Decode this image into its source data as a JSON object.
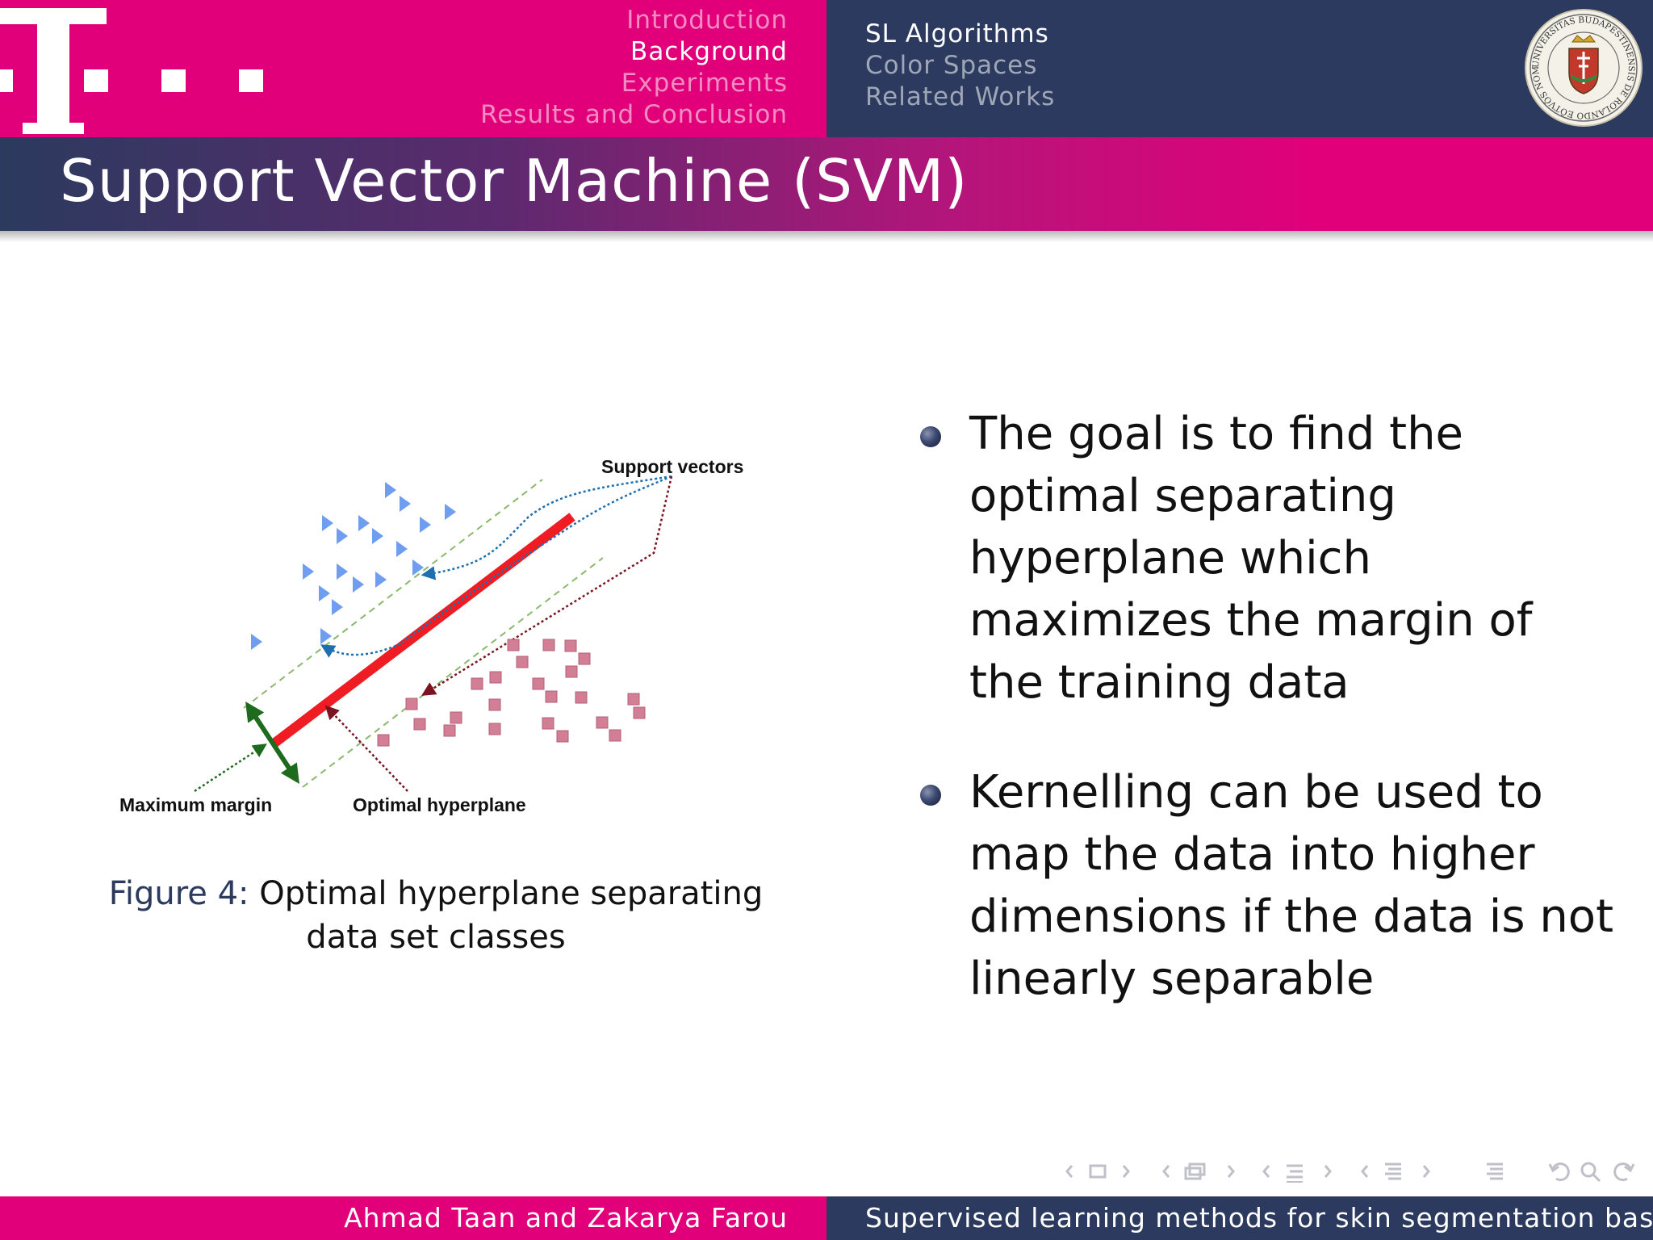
{
  "header": {
    "sections": [
      {
        "label": "Introduction",
        "active": false
      },
      {
        "label": "Background",
        "active": true
      },
      {
        "label": "Experiments",
        "active": false
      },
      {
        "label": "Results and Conclusion",
        "active": false
      }
    ],
    "subsections": [
      {
        "label": "SL Algorithms",
        "active": true
      },
      {
        "label": "Color Spaces",
        "active": false
      },
      {
        "label": "Related Works",
        "active": false
      }
    ],
    "seal_text": "UNIVERSITAS BUDAPESTINENSIS DE ROLANDO EÖTVÖS NOMINATA"
  },
  "slide": {
    "title": "Support Vector Machine (SVM)",
    "figure": {
      "labels": {
        "support_vectors": "Support vectors",
        "maximum_margin": "Maximum margin",
        "optimal_hyperplane": "Optimal hyperplane"
      },
      "caption_prefix": "Figure 4:",
      "caption_text": "Optimal hyperplane separating data set classes"
    },
    "bullets": [
      "The goal is to find the optimal separating hyperplane which maximizes the margin of the training data",
      "Kernelling can be used to map the data into higher dimensions if the data is not linearly separable"
    ]
  },
  "footer": {
    "authors": "Ahmad Taan and Zakarya Farou",
    "title": "Supervised learning methods for skin segmentation based o"
  },
  "colors": {
    "magenta": "#e2007a",
    "navy": "#2b3a5e",
    "hyperplane": "#f01c24",
    "triangles": "#6f9ef0",
    "squares": "#d27f96",
    "margin_arrow": "#1e6b1e"
  }
}
